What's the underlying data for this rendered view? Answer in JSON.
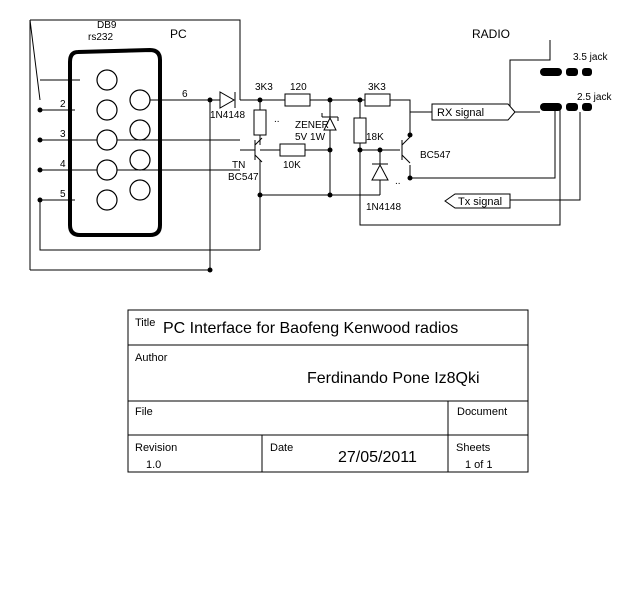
{
  "schematic": {
    "connector": {
      "name": "DB9",
      "subname": "rs232",
      "pin_labels": [
        "2",
        "3",
        "4",
        "5",
        "6"
      ]
    },
    "pc_label": "PC",
    "radio_label": "RADIO",
    "jack_35": "3.5 jack",
    "jack_25": "2.5 jack",
    "rx_signal": "RX signal",
    "tx_signal": "Tx signal",
    "diode_in": "1N4148",
    "diode_out": "1N4148",
    "r_3k3_left": "3K3",
    "r_120": "120",
    "r_3k3_right": "3K3",
    "zener_name": "ZENER",
    "zener_rating": "5V 1W",
    "r_18k": "18K",
    "r_10k": "10K",
    "q_left_type": "TN",
    "q_left_model": "BC547",
    "q_right_model": "BC547",
    "dots": ".."
  },
  "titleblock": {
    "title_label": "Title",
    "title_value": "PC Interface for Baofeng Kenwood radios",
    "author_label": "Author",
    "author_value": "Ferdinando Pone Iz8Qki",
    "file_label": "File",
    "document_label": "Document",
    "revision_label": "Revision",
    "revision_value": "1.0",
    "date_label": "Date",
    "date_value": "27/05/2011",
    "sheets_label": "Sheets",
    "sheets_value": "1 of 1"
  }
}
